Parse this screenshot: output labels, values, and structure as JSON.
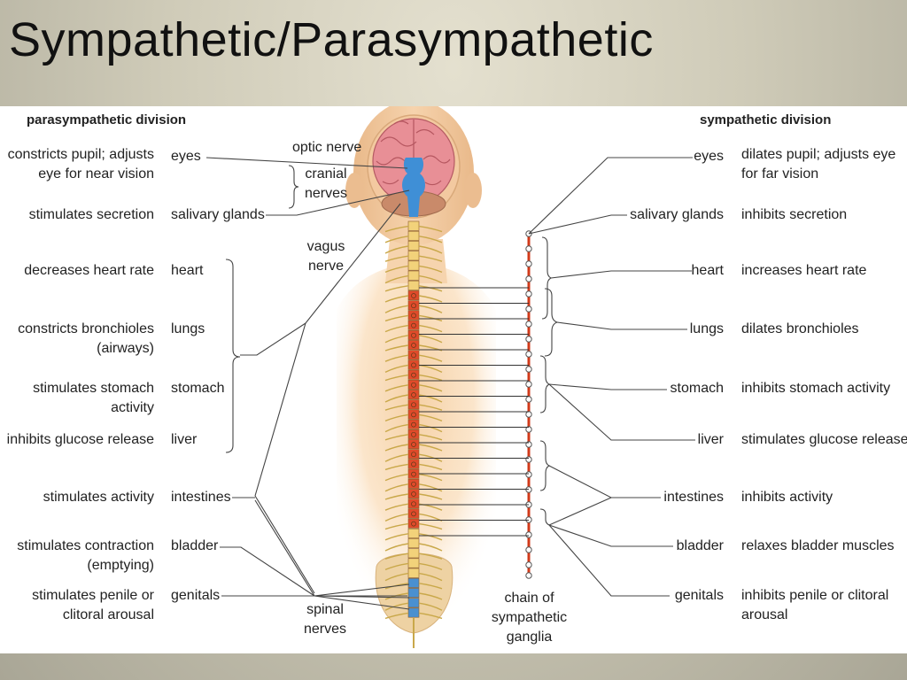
{
  "slide_title": "Sympathetic/Parasympathetic",
  "headers": {
    "left": "parasympathetic division",
    "right": "sympathetic division"
  },
  "parasympathetic": [
    {
      "effect": "constricts pupil; adjusts eye for near vision",
      "organ": "eyes"
    },
    {
      "effect": "stimulates secretion",
      "organ": "salivary glands"
    },
    {
      "effect": "decreases heart rate",
      "organ": "heart"
    },
    {
      "effect": "constricts bronchioles (airways)",
      "organ": "lungs"
    },
    {
      "effect": "stimulates stomach activity",
      "organ": "stomach"
    },
    {
      "effect": "inhibits glucose release",
      "organ": "liver"
    },
    {
      "effect": "stimulates activity",
      "organ": "intestines"
    },
    {
      "effect": "stimulates contraction (emptying)",
      "organ": "bladder"
    },
    {
      "effect": "stimulates penile or clitoral arousal",
      "organ": "genitals"
    }
  ],
  "sympathetic": [
    {
      "organ": "eyes",
      "effect": "dilates pupil; adjusts eye for far vision"
    },
    {
      "organ": "salivary glands",
      "effect": "inhibits secretion"
    },
    {
      "organ": "heart",
      "effect": "increases heart rate"
    },
    {
      "organ": "lungs",
      "effect": "dilates bronchioles"
    },
    {
      "organ": "stomach",
      "effect": "inhibits stomach activity"
    },
    {
      "organ": "liver",
      "effect": "stimulates glucose release"
    },
    {
      "organ": "intestines",
      "effect": "inhibits activity"
    },
    {
      "organ": "bladder",
      "effect": "relaxes bladder muscles"
    },
    {
      "organ": "genitals",
      "effect": "inhibits penile or clitoral arousal"
    }
  ],
  "center_labels": {
    "optic_nerve": "optic nerve",
    "cranial_nerves": "cranial nerves",
    "vagus_nerve": "vagus nerve",
    "spinal_nerves": "spinal nerves",
    "chain": "chain of sympathetic ganglia"
  },
  "colors": {
    "brain": "#e88f96",
    "brainstem": "#3f8fd6",
    "skin": "#f7d7b0",
    "cord_red": "#e04a2a",
    "cord_yellow": "#f2d27a",
    "cord_blue": "#4a90d0",
    "nerve": "#c9a84a",
    "line": "#444444"
  }
}
